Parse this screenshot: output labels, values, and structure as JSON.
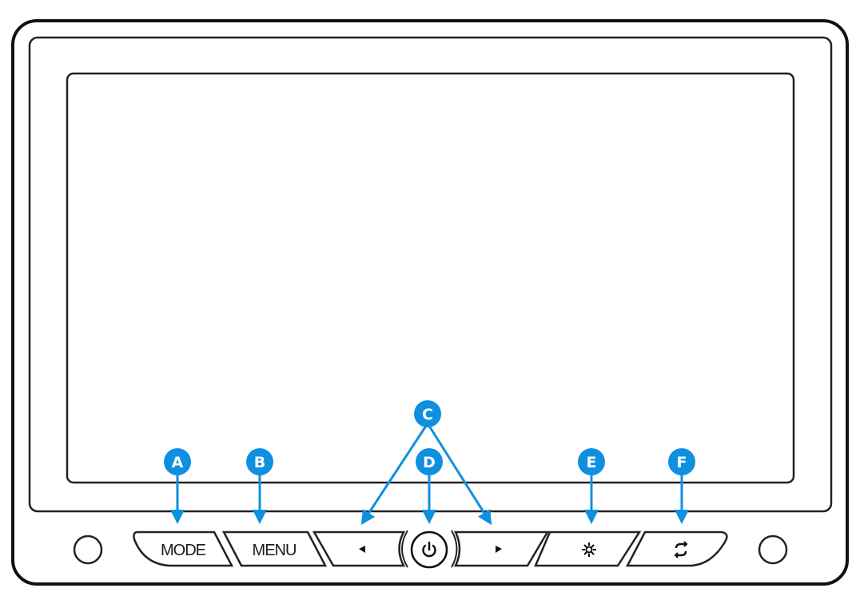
{
  "accent_color": "#0f8fe0",
  "buttons": {
    "mode": {
      "label": "MODE"
    },
    "menu": {
      "label": "MENU"
    },
    "left": {
      "icon": "left-triangle-icon"
    },
    "power": {
      "icon": "power-icon"
    },
    "right": {
      "icon": "right-triangle-icon"
    },
    "brightness": {
      "icon": "sun-icon"
    },
    "rotate": {
      "icon": "refresh-icon"
    }
  },
  "callouts": [
    "A",
    "B",
    "C",
    "D",
    "E",
    "F"
  ]
}
